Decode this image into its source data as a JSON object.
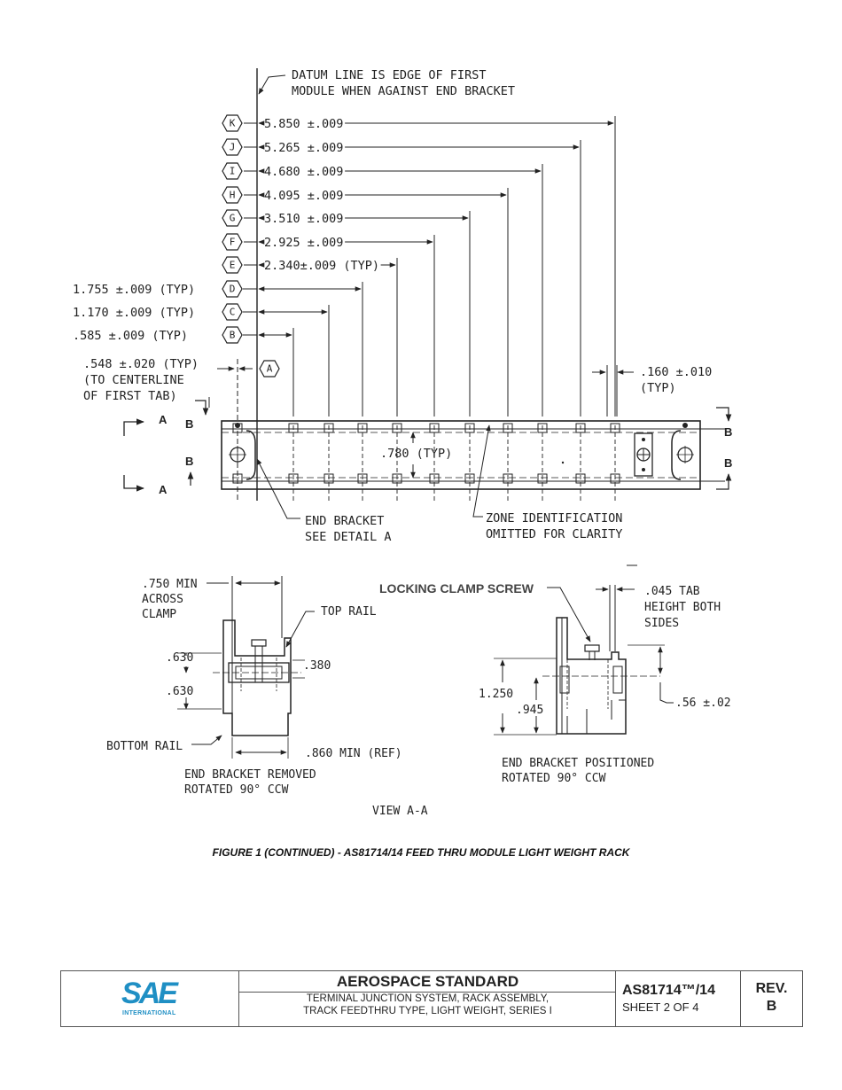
{
  "drawing": {
    "datum_note_1": "DATUM LINE IS EDGE OF FIRST",
    "datum_note_2": "MODULE WHEN AGAINST END BRACKET",
    "dims": [
      {
        "id": "K",
        "text": "5.850 ±.009"
      },
      {
        "id": "J",
        "text": "5.265 ±.009"
      },
      {
        "id": "I",
        "text": "4.680 ±.009"
      },
      {
        "id": "H",
        "text": "4.095 ±.009"
      },
      {
        "id": "G",
        "text": "3.510 ±.009"
      },
      {
        "id": "F",
        "text": "2.925 ±.009"
      },
      {
        "id": "E",
        "text": "2.340±.009 (TYP)"
      },
      {
        "id": "D",
        "text": "1.755 ±.009 (TYP)"
      },
      {
        "id": "C",
        "text": "1.170 ±.009 (TYP)"
      },
      {
        "id": "B",
        "text": ".585 ±.009 (TYP)"
      },
      {
        "id": "A",
        "text": ""
      }
    ],
    "first_tab_1": ".548 ±.020 (TYP)",
    "first_tab_2": "(TO CENTERLINE",
    "first_tab_3": "OF FIRST TAB)",
    "tab_width_1": ".160 ±.010",
    "tab_width_2": "(TYP)",
    "rail_spacing": ".780 (TYP)",
    "section_a": "A",
    "section_b": "B",
    "end_bracket_1": "END BRACKET",
    "end_bracket_2": "SEE DETAIL A",
    "zone_id_1": "ZONE IDENTIFICATION",
    "zone_id_2": "OMITTED FOR CLARITY",
    "across_clamp_1": ".750 MIN",
    "across_clamp_2": "ACROSS",
    "across_clamp_3": "CLAMP",
    "top_rail": "TOP RAIL",
    "dim_630_a": ".630",
    "dim_630_b": ".630",
    "dim_380": ".380",
    "bottom_rail": "BOTTOM RAIL",
    "min_ref": ".860 MIN (REF)",
    "removed_1": "END BRACKET REMOVED",
    "removed_2": "ROTATED 90° CCW",
    "locking_clamp": "LOCKING CLAMP SCREW",
    "tab_height_1": ".045 TAB",
    "tab_height_2": "HEIGHT BOTH",
    "tab_height_3": "SIDES",
    "dim_1250": "1.250",
    "dim_945": ".945",
    "dim_56": ".56 ±.02",
    "positioned_1": "END BRACKET POSITIONED",
    "positioned_2": "ROTATED 90° CCW",
    "view_label": "VIEW A-A"
  },
  "caption": "FIGURE 1 (CONTINUED) - AS81714/14 FEED THRU MODULE LIGHT WEIGHT RACK",
  "title_block": {
    "logo_text": "SAE",
    "logo_subtext": "INTERNATIONAL",
    "standard_title": "AEROSPACE STANDARD",
    "description_line1": "TERMINAL JUNCTION SYSTEM, RACK ASSEMBLY,",
    "description_line2": "TRACK FEEDTHRU TYPE, LIGHT WEIGHT, SERIES I",
    "doc_number": "AS81714™/14",
    "sheet": "SHEET 2 OF 4",
    "rev_label": "REV.",
    "rev_value": "B"
  }
}
